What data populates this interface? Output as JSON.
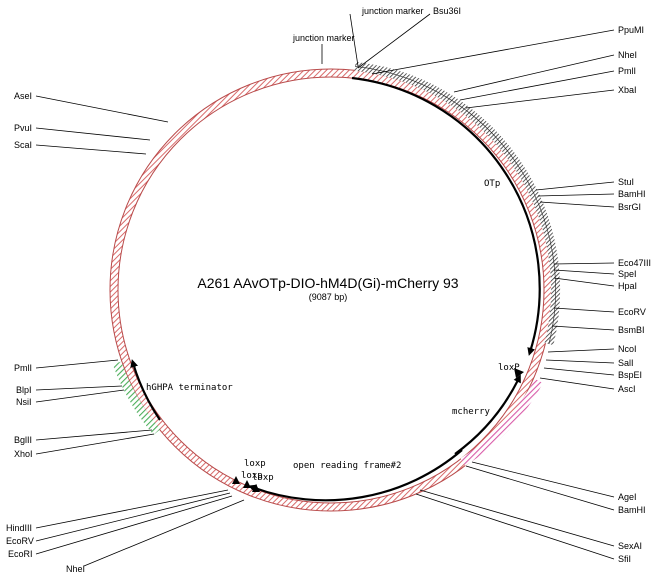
{
  "plasmid": {
    "name": "A261 AAvOTp-DIO-hM4D(Gi)-mCherry 93",
    "length_label": "(9087 bp)"
  },
  "colors": {
    "backbone": "#d86a6a",
    "promoter": "#555555",
    "terminator": "#4cae5a",
    "mcherry": "#d85aa8"
  },
  "sites": {
    "left": [
      "AseI",
      "PvuI",
      "ScaI",
      "PmlI",
      "BlpI",
      "NsiI",
      "BglII",
      "XhoI",
      "HindIII",
      "EcoRV",
      "EcoRI",
      "NheI"
    ],
    "right": [
      "PpuMI",
      "NheI",
      "PmlI",
      "XbaI",
      "StuI",
      "BamHI",
      "BsrGI",
      "Eco47III",
      "SpeI",
      "HpaI",
      "EcoRV",
      "BsmBI",
      "NcoI",
      "SalI",
      "BspEI",
      "AscI",
      "AgeI",
      "BamHI",
      "SexAI",
      "SfiI"
    ],
    "top": [
      "junction marker",
      "junction marker",
      "Bsu36I"
    ]
  },
  "features": {
    "otp": "OTp",
    "loxp_right": "loxP",
    "mcherry": "mcherry",
    "hghpa": "hGHPA terminator",
    "orf2": "open reading frame#2",
    "loxp_a": "loxp",
    "loxp_b": "loxp",
    "loxp_c": "loxp"
  }
}
